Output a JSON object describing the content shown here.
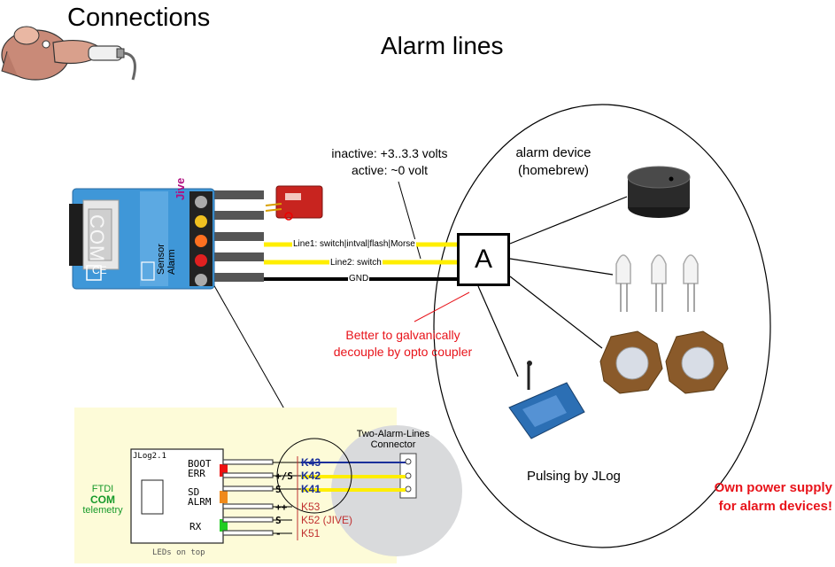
{
  "header": {
    "title": "Connections"
  },
  "slide": {
    "title": "Alarm lines"
  },
  "notes": {
    "levels_line1": "inactive: +3..3.3 volts",
    "levels_line2": "active: ~0 volt",
    "device_line1": "alarm device",
    "device_line2": "(homebrew)",
    "decouple_line1": "Better to galvanically",
    "decouple_line2": "decouple by opto coupler",
    "pulsing": "Pulsing by JLog",
    "power_line1": "Own power supply",
    "power_line2": "for alarm devices!"
  },
  "wires": {
    "line1": "Line1: switch|intval|flash|Morse",
    "line2": "Line2: switch",
    "gnd": "GND"
  },
  "alarm_box": {
    "label": "A"
  },
  "module": {
    "com": "COM",
    "brand": "Jive",
    "sensor": "Sensor",
    "alarm": "Alarm",
    "ce": "CE"
  },
  "schematic": {
    "board": "JLog2.1",
    "ftdi": "FTDI",
    "com": "COM",
    "telemetry": "telemetry",
    "boot": "BOOT",
    "err": "ERR",
    "sd": "SD",
    "alrm": "ALRM",
    "rx": "RX",
    "leds_on_top": "LEDs on top",
    "connector_line1": "Two-Alarm-Lines",
    "connector_line2": "Connector",
    "pins": [
      {
        "sign": "",
        "label": "K43"
      },
      {
        "sign": "+/S",
        "label": "K42"
      },
      {
        "sign": "S",
        "label": "K41"
      },
      {
        "sign": "++",
        "label": "K53"
      },
      {
        "sign": "S",
        "label": "K52 (JIVE)"
      },
      {
        "sign": "-",
        "label": "K51"
      }
    ]
  },
  "colors": {
    "signal_wire": "#ffee00",
    "gnd_wire": "#000000",
    "accent_red": "#e8141b",
    "schematic_blue": "#1a2f9a",
    "module_blue": "#3f97d8",
    "led_red": "#ee1111",
    "led_orange": "#f08a1a",
    "led_green": "#22cc22"
  }
}
